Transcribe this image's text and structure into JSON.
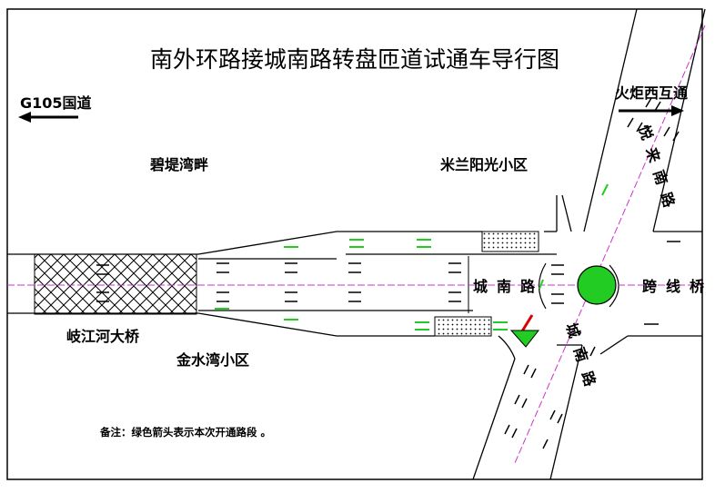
{
  "title": "南外环路接城南路转盘匝道试通车导行图",
  "labels": {
    "g105": "G105国道",
    "huoju": "火炬西互通",
    "bidi": "碧堤湾畔",
    "milan": "米兰阳光小区",
    "yuelai": "悦来南路",
    "chengnan_h": "城南路",
    "kuaxian": "跨线桥",
    "chengnan_v": "城南路",
    "qijiang": "岐江河大桥",
    "jinshui": "金水湾小区"
  },
  "note": "备注：绿色箭头表示本次开通路段 。",
  "colors": {
    "road_line": "#000000",
    "background": "#ffffff",
    "open_arrow": "#22cc22",
    "roundabout": "#22cc22",
    "centerline": "#cc33cc",
    "blocker": "#dd0000"
  }
}
